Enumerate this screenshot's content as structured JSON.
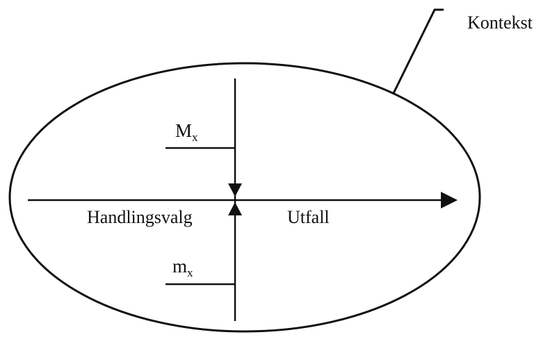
{
  "labels": {
    "context": "Kontekst",
    "upper_var": "M",
    "upper_sub": "x",
    "lower_var": "m",
    "lower_sub": "x",
    "action_choice": "Handlingsvalg",
    "outcome": "Utfall"
  },
  "colors": {
    "ink": "#111111",
    "background": "#ffffff"
  }
}
